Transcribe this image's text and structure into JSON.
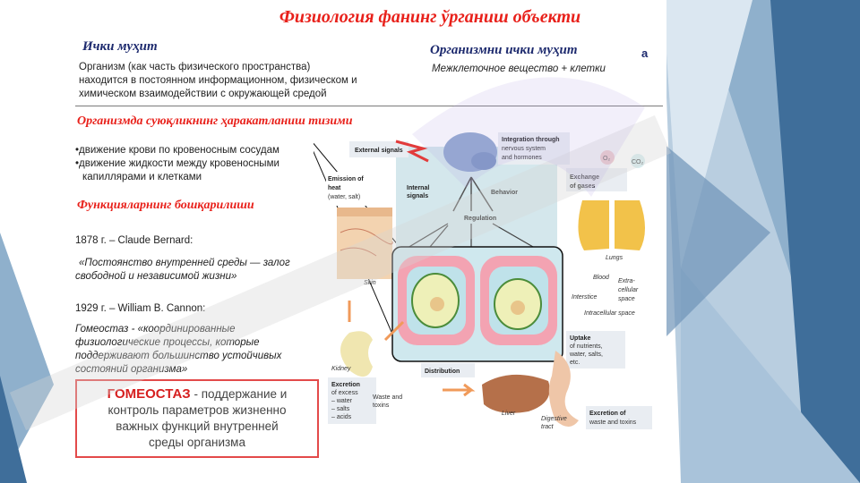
{
  "title": "Физиология фанинг ўрганиш объекти",
  "left_col": {
    "heading": "Ички муҳит",
    "text": [
      "Организм (как часть физического пространства)",
      "находится в постоянном информационном, физическом и",
      "химическом взаимодействии с окружающей средой"
    ]
  },
  "right_col": {
    "heading": "Организмни ички муҳит",
    "suffix": "а",
    "text": "Межклеточное вещество + клетки"
  },
  "movement": {
    "heading": "Организмда суюқликнинг ҳаракатланиш тизими",
    "bullets": [
      "•движение крови по кровеносным сосудам",
      "•движение жидкости между кровеносными",
      "капиллярами и клетками"
    ]
  },
  "regulation": {
    "heading": "Функцияларнинг бошқарилиши",
    "bernard_year": "1878 г. – Claude Bernard:",
    "bernard_quote": [
      "«Постоянство внутренней среды — залог",
      "свободной и независимой жизни»"
    ],
    "cannon_year": "1929 г. – William B. Cannon:",
    "cannon_quote": [
      "Гомеостаз - «координированные",
      "физиологические процессы, которые",
      "поддерживают большинство устойчивых",
      "состояний организма»"
    ]
  },
  "homeostasis_box": {
    "term": "ГОМЕОСТАЗ",
    "rest": " - поддержание и",
    "lines": [
      "контроль параметров жизненно",
      "важных функций внутренней",
      "среды организма"
    ]
  },
  "diagram": {
    "external_signals": "External signals",
    "integration": [
      "Integration through",
      "nervous system",
      "and hormones"
    ],
    "emission": [
      "Emission of",
      "heat",
      "(water, salt)"
    ],
    "internal": [
      "Internal",
      "signals"
    ],
    "behavior": "Behavior",
    "regulation": "Regulation",
    "exchange": [
      "Exchange",
      "of gases"
    ],
    "o2": "O₂",
    "co2": "CO₂",
    "lungs": "Lungs",
    "skin": "Skin",
    "blood": "Blood",
    "interstice": "Interstice",
    "extracellular": [
      "Extra-",
      "cellular",
      "space"
    ],
    "intracellular": "Intracellular space",
    "kidney": "Kidney",
    "uptake": [
      "Uptake",
      "of nutrients,",
      "water, salts,",
      "etc."
    ],
    "excretion_left": [
      "Excretion",
      "of excess",
      "– water",
      "– salts",
      "– acids"
    ],
    "waste": [
      "Waste and",
      "toxins"
    ],
    "distribution": "Distribution",
    "liver": "Liver",
    "digestive": [
      "Digestive",
      "tract"
    ],
    "excretion_right": [
      "Excretion of",
      "waste and toxins"
    ]
  },
  "colors": {
    "title_red": "#e8201a",
    "heading_blue": "#1d2a6e",
    "box_border": "#e34a4a",
    "accent_blue": "#3b6d9c"
  }
}
